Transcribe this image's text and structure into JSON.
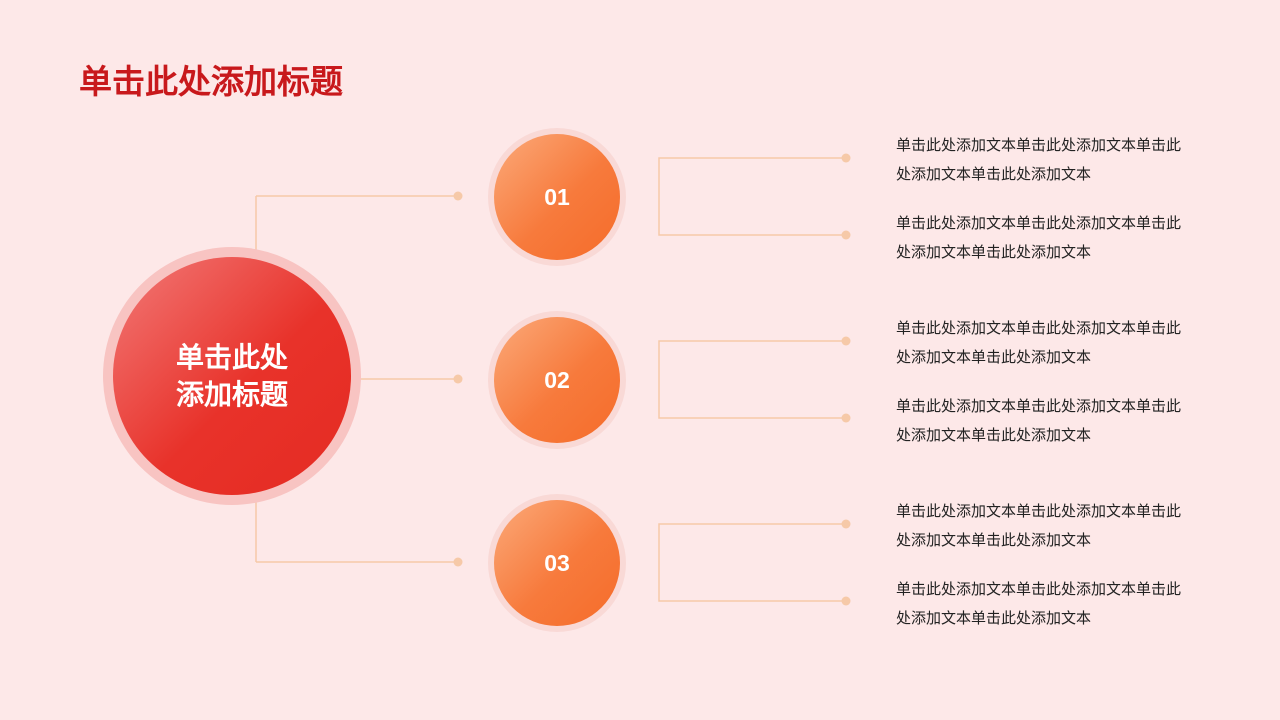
{
  "slide": {
    "title": "单击此处添加标题"
  },
  "center": {
    "line1": "单击此处",
    "line2": "添加标题"
  },
  "steps": [
    {
      "number": "01",
      "texts": [
        "单击此处添加文本单击此处添加文本单击此处添加文本单击此处添加文本",
        "单击此处添加文本单击此处添加文本单击此处添加文本单击此处添加文本"
      ]
    },
    {
      "number": "02",
      "texts": [
        "单击此处添加文本单击此处添加文本单击此处添加文本单击此处添加文本",
        "单击此处添加文本单击此处添加文本单击此处添加文本单击此处添加文本"
      ]
    },
    {
      "number": "03",
      "texts": [
        "单击此处添加文本单击此处添加文本单击此处添加文本单击此处添加文本",
        "单击此处添加文本单击此处添加文本单击此处添加文本单击此处添加文本"
      ]
    }
  ],
  "colors": {
    "background": "#fde8e8",
    "title": "#c8191c",
    "center_circle": "#e8322a",
    "step_circle": "#f77a3c",
    "connector": "#f6c9a8"
  }
}
